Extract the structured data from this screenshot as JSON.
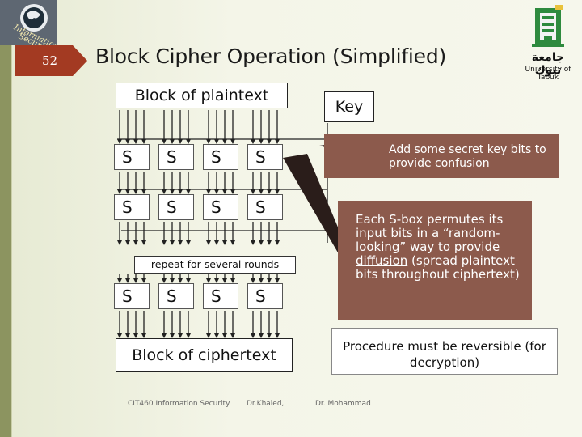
{
  "slide_number": "52",
  "title": "Block Cipher  Operation (Simplified)",
  "plaintext_label": "Block of plaintext",
  "ciphertext_label": "Block of ciphertext",
  "key_label": "Key",
  "sbox_label": "S",
  "repeat_label": "repeat for several rounds",
  "callout_key_pre": "Add some secret key bits to provide ",
  "callout_key_em": "confusion",
  "callout_sbox_pre": "Each S-box permutes its input bits in a “random-looking” way to provide ",
  "callout_sbox_em": "diffusion",
  "callout_sbox_post": " (spread plaintext bits throughout ciphertext)",
  "callout_reversible": "Procedure must be reversible (for decryption)",
  "university": {
    "arabic": "جامعة تبوك",
    "english": "University of Tabuk"
  },
  "footer": {
    "course": "CIT460 Information Security",
    "instructor1": "Dr.Khaled,",
    "instructor2": "Dr. Mohammad"
  },
  "colors": {
    "sidebar": "#8c9460",
    "slide_tag": "#a33a22",
    "callout": "#8c5a4c",
    "background": "#eef0df"
  }
}
